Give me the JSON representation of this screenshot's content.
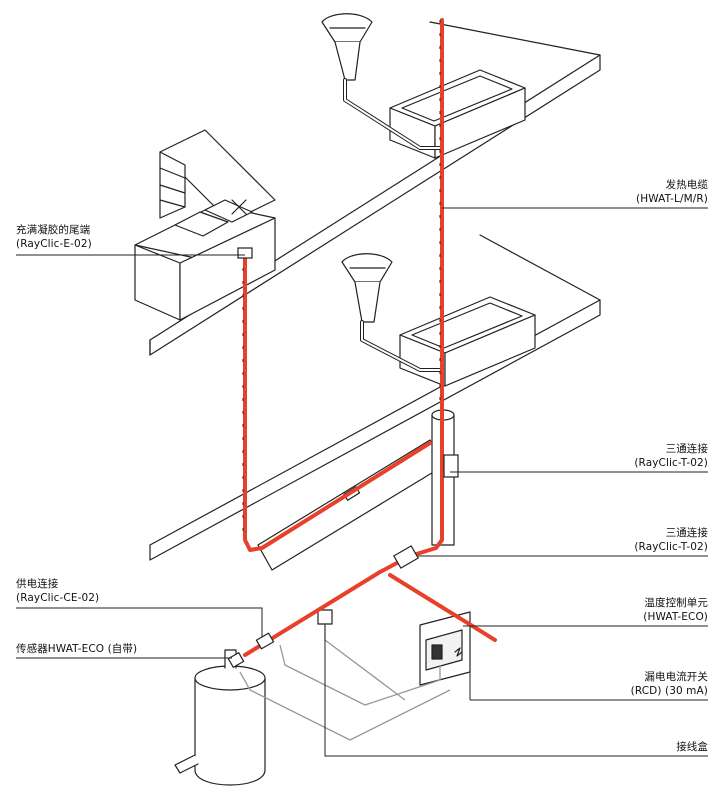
{
  "labels": {
    "cable": {
      "line1": "发热电缆",
      "line2": "(HWAT-L/M/R)"
    },
    "end_seal": {
      "line1": "充满凝胶的尾端",
      "line2": "(RayClic-E-02)"
    },
    "tee_upper": {
      "line1": "三通连接",
      "line2": "(RayClic-T-02)"
    },
    "tee_lower": {
      "line1": "三通连接",
      "line2": "(RayClic-T-02)"
    },
    "power_conn": {
      "line1": "供电连接",
      "line2": "(RayClic-CE-02)"
    },
    "sensor": {
      "line1": "传感器HWAT-ECO (自带)"
    },
    "controller": {
      "line1": "温度控制单元",
      "line2": "(HWAT-ECO)"
    },
    "rcd": {
      "line1": "漏电电流开关",
      "line2": "(RCD) (30 mA)"
    },
    "junction": {
      "line1": "接线盒"
    }
  },
  "colors": {
    "heating_cable": "#e8402a",
    "line": "#222222",
    "pipe": "#ffffff",
    "wire": "#999999"
  }
}
